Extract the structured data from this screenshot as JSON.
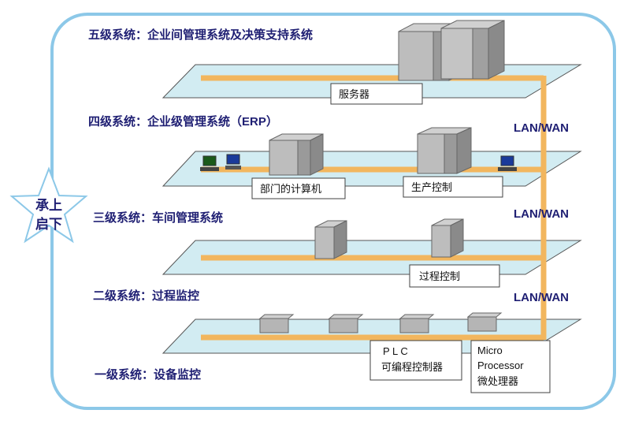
{
  "levels": {
    "l5": "五级系统：企业间管理系统及决策支持系统",
    "l4": "四级系统：企业级管理系统（ERP）",
    "l3": "三级系统：车间管理系统",
    "l2": "二级系统：过程监控",
    "l1": "一级系统：设备监控"
  },
  "boxes": {
    "server": "服务器",
    "dept_computer": "部门的计算机",
    "production_control": "生产控制",
    "process_control": "过程控制",
    "plc_line1": "P L C",
    "plc_line2": "可编程控制器",
    "micro_line1": "Micro",
    "micro_line2": "Processor",
    "micro_line3": "微处理器"
  },
  "network_labels": [
    "LAN/WAN",
    "LAN/WAN",
    "LAN/WAN"
  ],
  "star_label": {
    "line1": "承上",
    "line2": "启下"
  },
  "colors": {
    "frame": "#8cc8e8",
    "platform_fill": "#d2ecf2",
    "bus": "#f2b65e",
    "text": "#1f1f73"
  }
}
